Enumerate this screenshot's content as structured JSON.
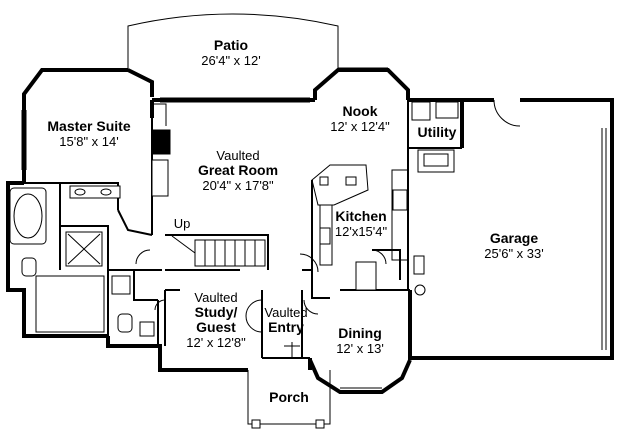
{
  "rooms": {
    "patio": {
      "name": "Patio",
      "dims": "26'4\" x 12'"
    },
    "nook": {
      "name": "Nook",
      "dims": "12' x 12'4\""
    },
    "master_suite": {
      "name": "Master Suite",
      "dims": "15'8\" x 14'"
    },
    "great_room": {
      "qualifier": "Vaulted",
      "name": "Great Room",
      "dims": "20'4\" x 17'8\""
    },
    "utility": {
      "name": "Utility"
    },
    "kitchen": {
      "name": "Kitchen",
      "dims": "12'x15'4\""
    },
    "garage": {
      "name": "Garage",
      "dims": "25'6\" x 33'"
    },
    "study": {
      "qualifier": "Vaulted",
      "name_line1": "Study/",
      "name_line2": "Guest",
      "dims": "12' x 12'8\""
    },
    "entry": {
      "qualifier": "Vaulted",
      "name": "Entry"
    },
    "dining": {
      "name": "Dining",
      "dims": "12' x 13'"
    },
    "porch": {
      "name": "Porch"
    }
  },
  "stair_label": "Up"
}
